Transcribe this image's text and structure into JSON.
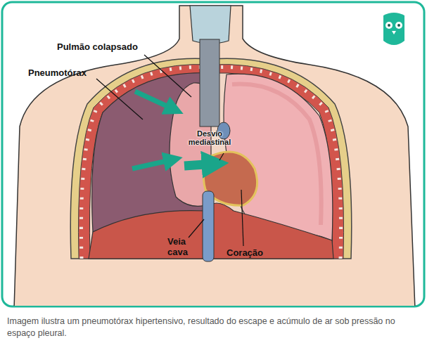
{
  "diagram": {
    "caption": "Imagem ilustra um pneumotórax hipertensivo, resultado do escape e acúmulo de ar sob pressão no espaço pleural.",
    "labels": [
      "Pulmão colapsado",
      "Pneumotórax",
      "Desvio mediastinal",
      "Veia cava",
      "Coração"
    ]
  }
}
